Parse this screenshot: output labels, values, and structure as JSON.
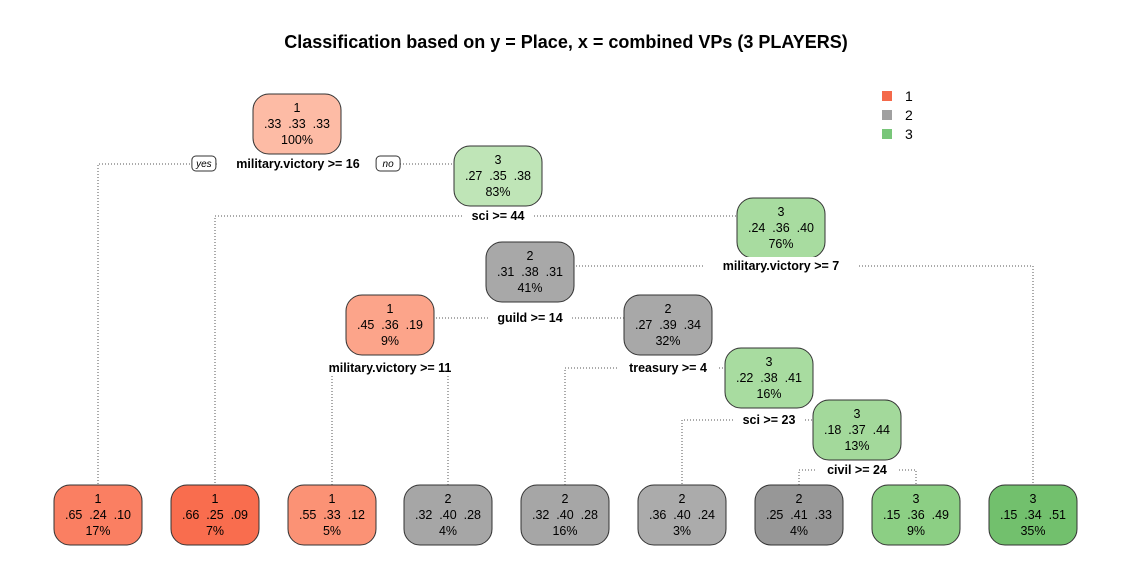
{
  "title": "Classification based on y = Place, x = combined VPs (3 PLAYERS)",
  "labels": {
    "yes": "yes",
    "no": "no"
  },
  "colors": {
    "1": "#fa7a5c",
    "2": "#a6a6a6",
    "3": "#7fc97f"
  },
  "legend": [
    {
      "label": "1",
      "color": "#f4694a"
    },
    {
      "label": "2",
      "color": "#a0a0a0"
    },
    {
      "label": "3",
      "color": "#78c679"
    }
  ],
  "nodes": [
    {
      "id": "n1",
      "cls": "1",
      "probs": ".33  .33  .33",
      "pct": "100%",
      "fill": "#fdbba5",
      "split": "military.victory >= 16"
    },
    {
      "id": "n3",
      "cls": "3",
      "probs": ".27  .35  .38",
      "pct": "83%",
      "fill": "#bfe5b7",
      "split": "sci >= 44"
    },
    {
      "id": "n7",
      "cls": "3",
      "probs": ".24  .36  .40",
      "pct": "76%",
      "fill": "#a8dca0",
      "split": "military.victory >= 7"
    },
    {
      "id": "n14",
      "cls": "2",
      "probs": ".31  .38  .31",
      "pct": "41%",
      "fill": "#a8a8a8",
      "split": "guild >= 14"
    },
    {
      "id": "n28",
      "cls": "1",
      "probs": ".45  .36  .19",
      "pct": "9%",
      "fill": "#fca48a",
      "split": "military.victory >= 11"
    },
    {
      "id": "n29",
      "cls": "2",
      "probs": ".27  .39  .34",
      "pct": "32%",
      "fill": "#a8a8a8",
      "split": "treasury >= 4"
    },
    {
      "id": "n59",
      "cls": "3",
      "probs": ".22  .38  .41",
      "pct": "16%",
      "fill": "#a8dca0",
      "split": "sci >= 23"
    },
    {
      "id": "n119",
      "cls": "3",
      "probs": ".18  .37  .44",
      "pct": "13%",
      "fill": "#a3d99b",
      "split": "civil >= 24"
    },
    {
      "id": "n2",
      "cls": "1",
      "probs": ".65  .24  .10",
      "pct": "17%",
      "fill": "#fa7f62"
    },
    {
      "id": "n6",
      "cls": "1",
      "probs": ".66  .25  .09",
      "pct": "7%",
      "fill": "#f96d4e"
    },
    {
      "id": "n56",
      "cls": "1",
      "probs": ".55  .33  .12",
      "pct": "5%",
      "fill": "#fb9275"
    },
    {
      "id": "n57",
      "cls": "2",
      "probs": ".32  .40  .28",
      "pct": "4%",
      "fill": "#a6a6a6"
    },
    {
      "id": "n58",
      "cls": "2",
      "probs": ".32  .40  .28",
      "pct": "16%",
      "fill": "#a6a6a6"
    },
    {
      "id": "n118",
      "cls": "2",
      "probs": ".36  .40  .24",
      "pct": "3%",
      "fill": "#ababab"
    },
    {
      "id": "n238",
      "cls": "2",
      "probs": ".25  .41  .33",
      "pct": "4%",
      "fill": "#979797"
    },
    {
      "id": "n239",
      "cls": "3",
      "probs": ".15  .36  .49",
      "pct": "9%",
      "fill": "#8ccf84"
    },
    {
      "id": "n15",
      "cls": "3",
      "probs": ".15  .34  .51",
      "pct": "35%",
      "fill": "#72c06d"
    }
  ]
}
